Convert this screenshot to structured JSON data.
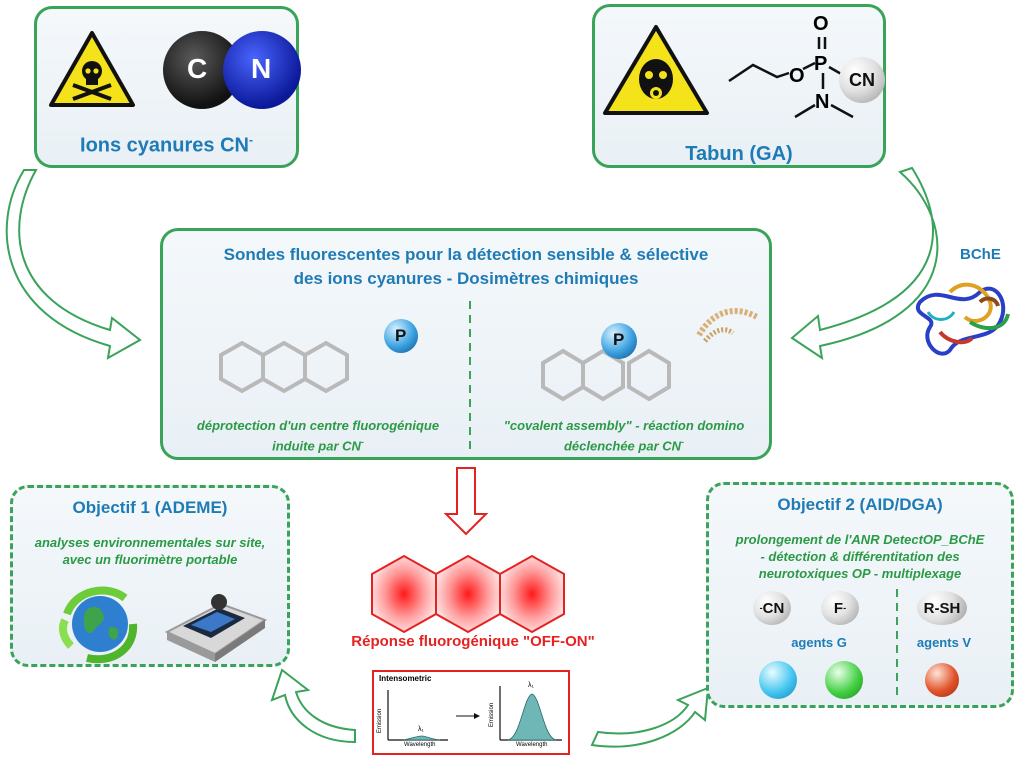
{
  "cyanide_box": {
    "title": "Ions cyanures CN",
    "title_sup": "-",
    "atom_c": "C",
    "atom_n": "N"
  },
  "tabun_box": {
    "title": "Tabun (GA)",
    "o_top": "O",
    "o_ester": "O",
    "p": "P",
    "n": "N",
    "cn": "CN"
  },
  "enzyme_label": "BChE",
  "center_box": {
    "title_line1": "Sondes fluorescentes pour la détection sensible & sélective",
    "title_line2": "des ions cyanures - Dosimètres chimiques",
    "probe_p_left": "P",
    "probe_p_right": "P",
    "left_caption_line1": "déprotection d'un centre fluorogénique",
    "left_caption_line2": "induite par CN",
    "right_caption_line1": "\"covalent assembly\" - réaction domino",
    "right_caption_line2": "déclenchée par CN",
    "caption_sup": "-"
  },
  "objective1": {
    "title": "Objectif 1 (ADEME)",
    "line1": "analyses environnementales sur site,",
    "line2": "avec un fluorimètre portable"
  },
  "objective2": {
    "title": "Objectif 2 (AID/DGA)",
    "line1": "prolongement de l'ANR DetectOP_BChE",
    "line2": "- détection & différentitation des",
    "line3": "neurotoxiques OP - multiplexage",
    "ball_cn": "CN",
    "ball_cn_sup": "-",
    "ball_f": "F",
    "ball_f_sup": "-",
    "ball_rsh": "R-SH",
    "agents_g": "agents G",
    "agents_v": "agents V",
    "colors": [
      "#46c6f0",
      "#45d145",
      "#e2542c"
    ]
  },
  "response_label": "Réponse fluorogénique \"OFF-ON\"",
  "spectra": {
    "title": "Intensometric",
    "ylabel": "Emission",
    "xlabel": "Wavelength",
    "peak_label": "λ₁"
  },
  "colors": {
    "green": "#3aa35a",
    "blue_title": "#1f7bb5",
    "red": "#e52222",
    "teal": "#6fb7b6"
  }
}
